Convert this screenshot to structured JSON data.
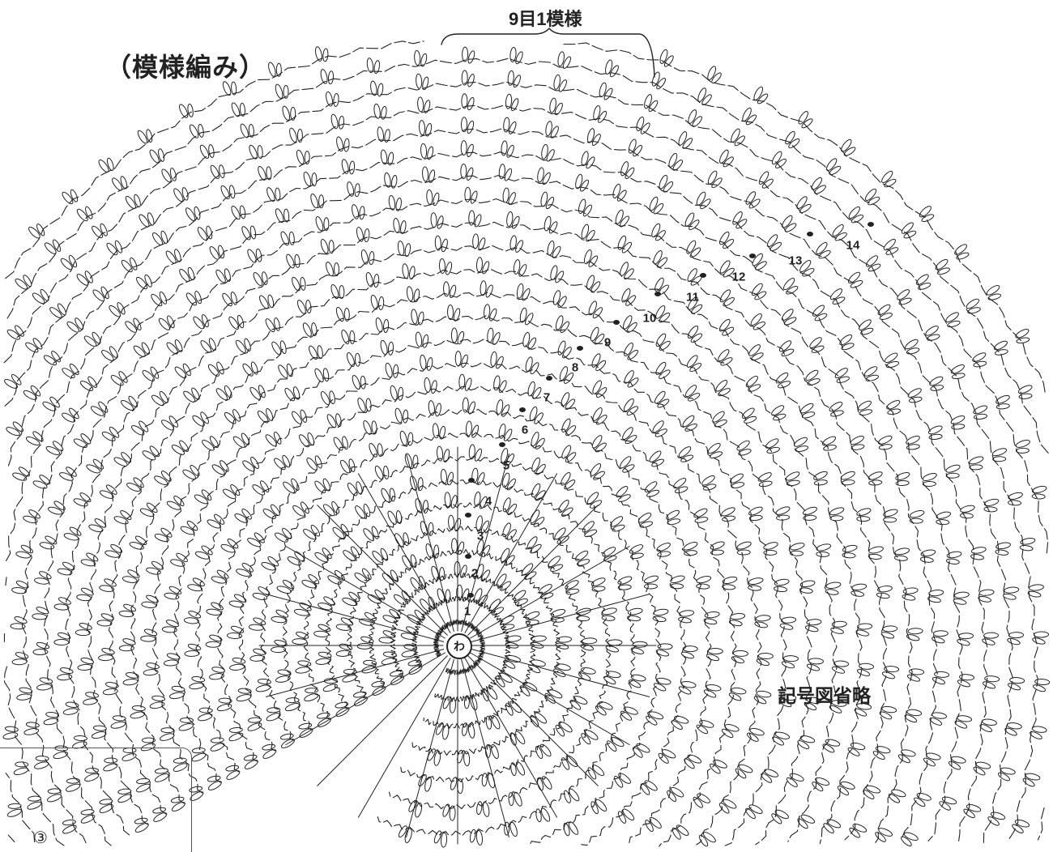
{
  "title": "（模様編み）",
  "repeat_label": "9目1模様",
  "omitted_label": "記号図省略",
  "center_label": "わ",
  "inset_marker": "③",
  "row_numbers": [
    "1",
    "2",
    "3",
    "4",
    "5",
    "6",
    "7",
    "8",
    "9",
    "10",
    "11",
    "12",
    "13",
    "14"
  ],
  "ink_color": "#222222"
}
